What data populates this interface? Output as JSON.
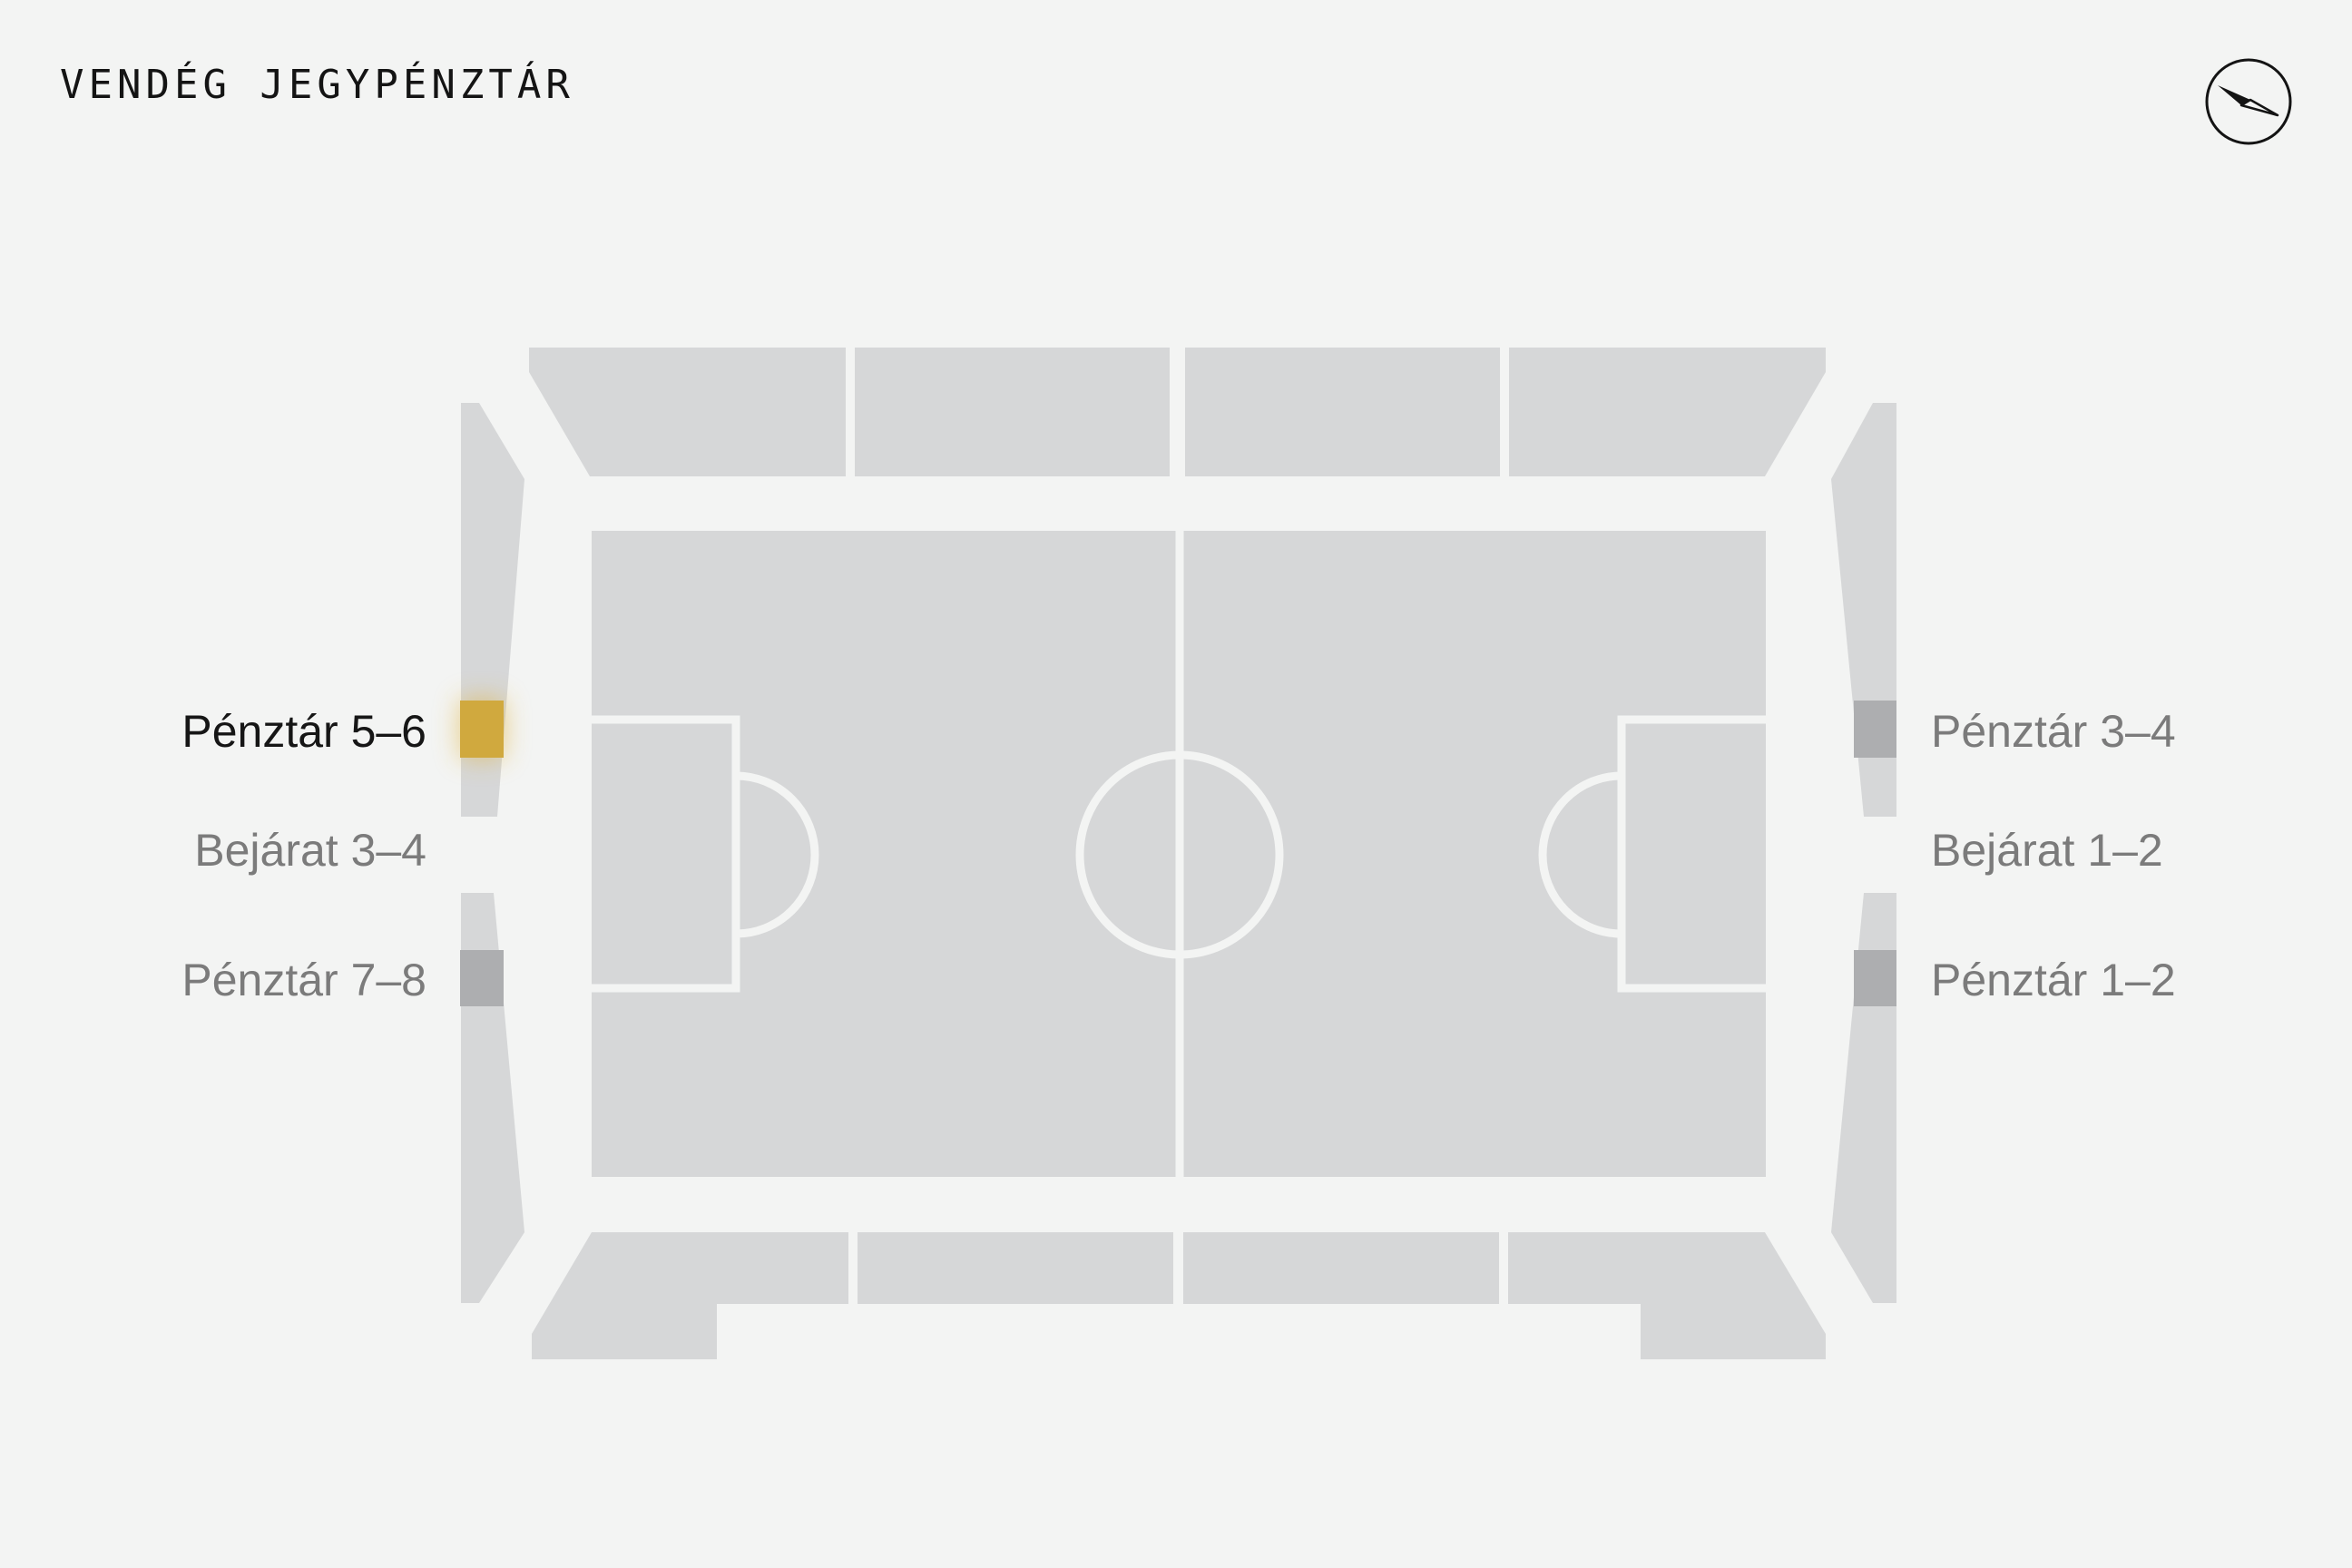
{
  "header": {
    "title": "VENDÉG JEGYPÉNZTÁR"
  },
  "compass": {
    "icon": "compass-icon"
  },
  "labels": {
    "left": [
      {
        "text": "Pénztár 5–6",
        "state": "active"
      },
      {
        "text": "Bejárat 3–4",
        "state": "inactive"
      },
      {
        "text": "Pénztár 7–8",
        "state": "inactive"
      }
    ],
    "right": [
      {
        "text": "Pénztár 3–4",
        "state": "inactive"
      },
      {
        "text": "Bejárat 1–2",
        "state": "inactive"
      },
      {
        "text": "Pénztár 1–2",
        "state": "inactive"
      }
    ]
  },
  "colors": {
    "background": "#f3f4f3",
    "stand": "#d6d7d8",
    "pitch": "#d6d7d8",
    "pitch_lines": "#f3f4f3",
    "booth_inactive": "#adaeb0",
    "booth_active": "#d0a93e",
    "label_active": "#161616",
    "label_inactive": "#7b7b7b"
  }
}
